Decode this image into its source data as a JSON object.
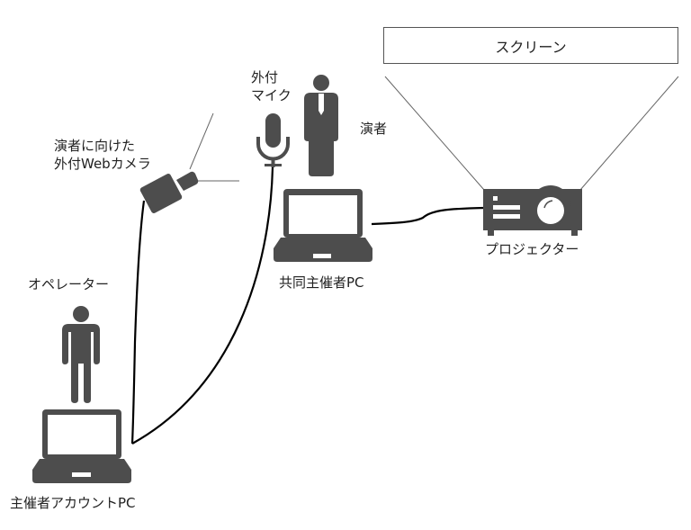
{
  "diagram": {
    "colors": {
      "icon_fill": "#4d4d4d",
      "cable": "#000000",
      "projection_line": "#666666",
      "text": "#222222",
      "background": "#ffffff"
    },
    "labels": {
      "screen": "スクリーン",
      "external_mic": [
        "外付",
        "マイク"
      ],
      "presenter": "演者",
      "camera": [
        "演者に向けた",
        "外付Webカメラ"
      ],
      "projector": "プロジェクター",
      "cohost_pc": "共同主催者PC",
      "operator": "オペレーター",
      "host_pc": "主催者アカウントPC"
    },
    "icons": [
      "laptop-icon",
      "person-icon",
      "presenter-icon",
      "microphone-icon",
      "webcam-icon",
      "projector-icon"
    ],
    "connections": [
      {
        "from": "external_mic",
        "to": "host_pc"
      },
      {
        "from": "camera",
        "to": "host_pc"
      },
      {
        "from": "cohost_pc",
        "to": "projector"
      },
      {
        "from": "projector",
        "to": "screen"
      }
    ]
  }
}
